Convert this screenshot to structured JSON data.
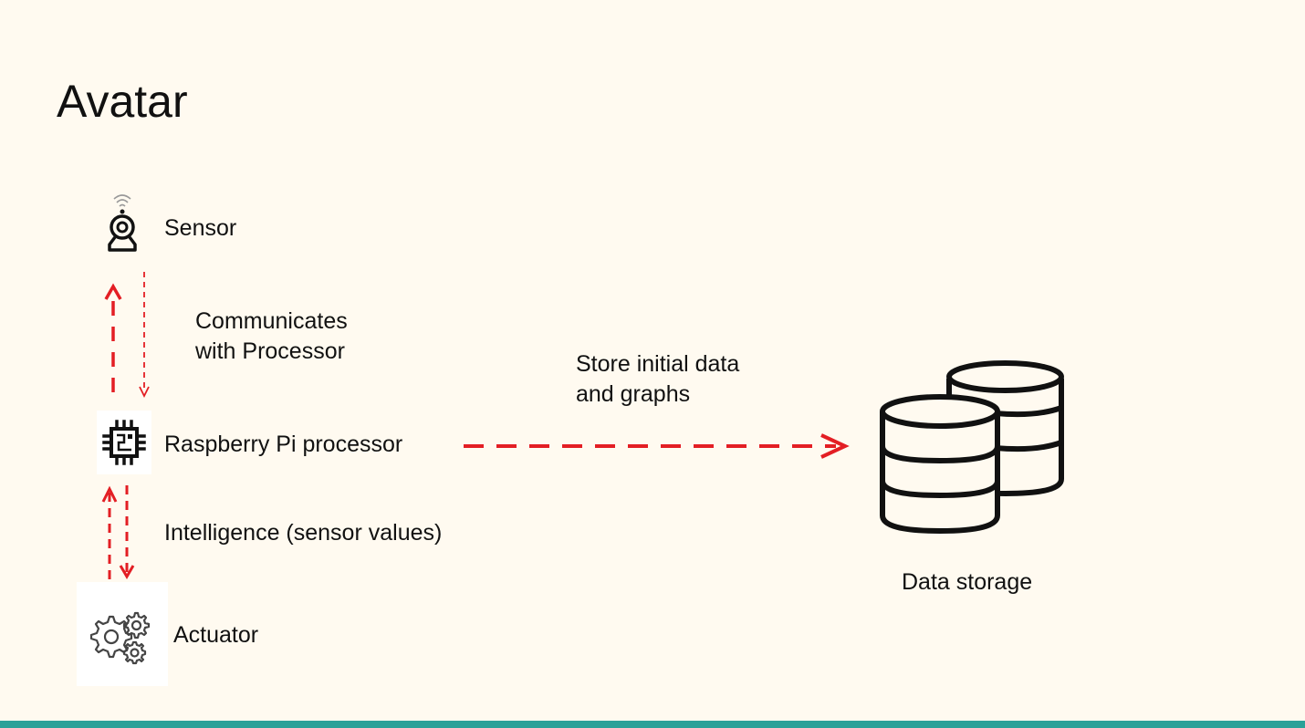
{
  "slide": {
    "title": "Avatar"
  },
  "nodes": {
    "sensor": {
      "label": "Sensor",
      "icon": "webcam-sensor-icon"
    },
    "processor": {
      "label": "Raspberry Pi processor",
      "icon": "cpu-chip-icon"
    },
    "actuator": {
      "label": "Actuator",
      "icon": "gears-icon"
    },
    "storage": {
      "label": "Data storage",
      "icon": "database-icon"
    }
  },
  "edges": {
    "sensor_processor": {
      "label_line1": "Communicates",
      "label_line2": "with Processor"
    },
    "processor_storage": {
      "label_line1": "Store initial data",
      "label_line2": "and graphs"
    },
    "processor_actuator": {
      "label": "Intelligence (sensor values)"
    }
  },
  "colors": {
    "background": "#fffaf0",
    "arrow": "#e31e24",
    "bottom_bar": "#2aa198",
    "text": "#111111"
  }
}
